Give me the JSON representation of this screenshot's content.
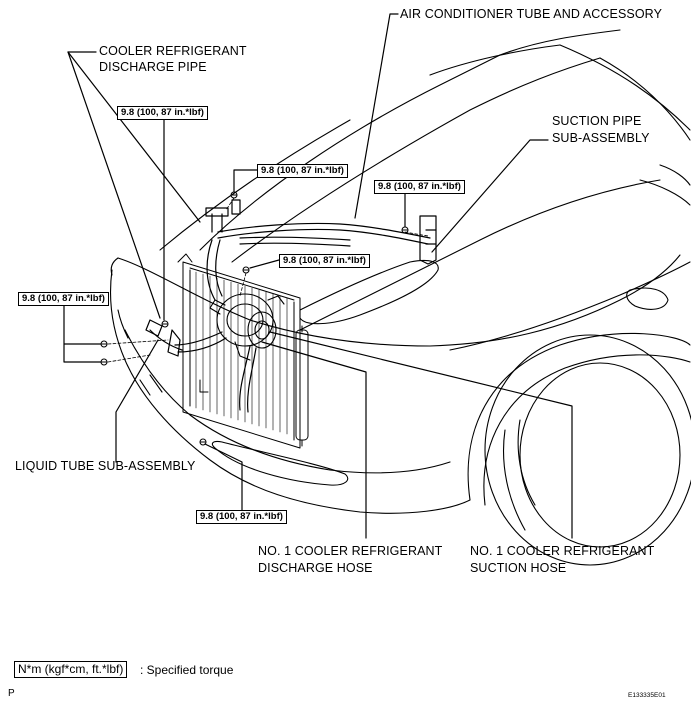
{
  "labels": {
    "air_conditioner_tube": "AIR CONDITIONER TUBE AND ACCESSORY",
    "cooler_discharge_pipe_1": "COOLER REFRIGERANT",
    "cooler_discharge_pipe_2": "DISCHARGE PIPE",
    "suction_pipe_1": "SUCTION PIPE",
    "suction_pipe_2": "SUB-ASSEMBLY",
    "liquid_tube": "LIQUID TUBE SUB-ASSEMBLY",
    "discharge_hose_1": "NO. 1 COOLER REFRIGERANT",
    "discharge_hose_2": "DISCHARGE HOSE",
    "suction_hose_1": "NO. 1 COOLER REFRIGERANT",
    "suction_hose_2": "SUCTION HOSE"
  },
  "torque_specs": {
    "upper_left": "9.8 (100, 87 in.*lbf)",
    "upper_mid": "9.8 (100, 87 in.*lbf)",
    "right": "9.8 (100, 87 in.*lbf)",
    "center": "9.8 (100, 87 in.*lbf)",
    "left": "9.8 (100, 87 in.*lbf)",
    "bottom": "9.8 (100, 87 in.*lbf)"
  },
  "legend": {
    "box_text": "N*m (kgf*cm, ft.*lbf)",
    "description": ": Specified torque"
  },
  "corner": {
    "page_letter": "P",
    "figure_id": "E133335E01"
  }
}
